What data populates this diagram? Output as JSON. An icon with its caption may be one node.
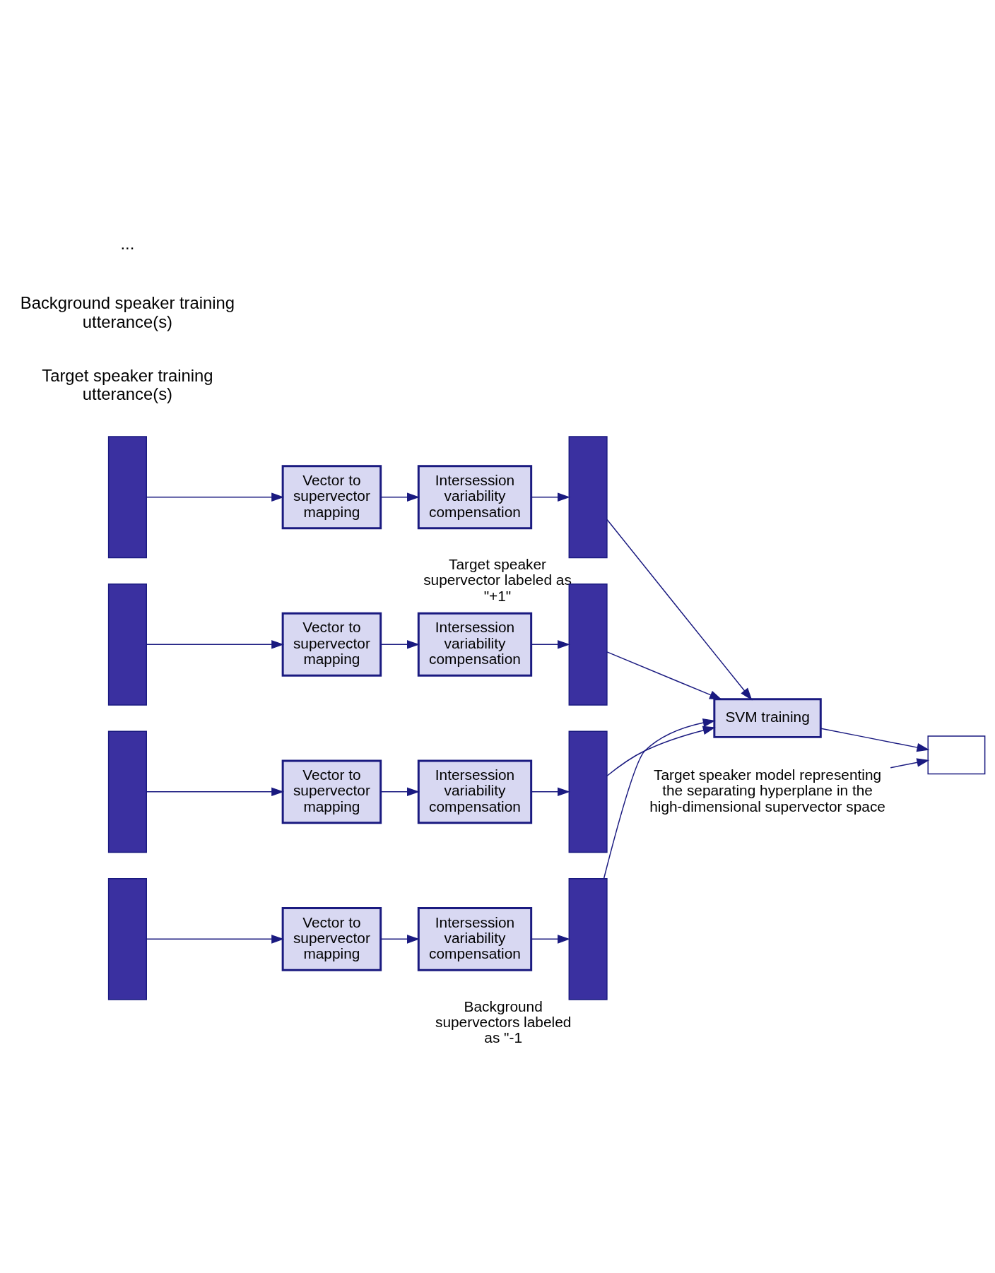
{
  "diagram": {
    "nodes": [
      {
        "text": [],
        "shape": "bar"
      },
      {
        "text": [
          "Vector to supervector mapping"
        ]
      },
      {
        "text": [
          "Intersession variability compensation"
        ]
      },
      {
        "text": [],
        "shape": "bar",
        "beside": [
          "Target speaker supervector labeled as \"+1\""
        ]
      },
      {
        "text": [
          "SVM training"
        ]
      },
      {
        "text": [
          "Target speaker model representing the separating hyperplane in the high-dimensional supervector space"
        ]
      },
      {
        "text": [],
        "shape": "box"
      },
      {
        "text": [],
        "shape": "bar"
      },
      {
        "text": [
          "Vector to supervector mapping"
        ]
      },
      {
        "text": [
          "Intersession variability compensation"
        ]
      },
      {
        "text": [],
        "shape": "bar"
      },
      {
        "text": [
          "Vector to supervector mapping"
        ]
      },
      {
        "text": [
          "Intersession variability compensation"
        ]
      },
      {
        "text": [],
        "shape": "bar"
      },
      {
        "text": [
          "Vector to supervector mapping"
        ]
      },
      {
        "text": [
          "Intersession variability compensation"
        ]
      },
      {
        "text": [],
        "shape": "bar"
      },
      {
        "text": [],
        "shape": "bar"
      },
      {
        "text": [],
        "shape": "bar",
        "beside": [
          "Background supervectors labeled as \"-1"
        ]
      }
    ],
    "edges": [
      {
        "from": 0,
        "to": 1,
        "arrow": "to"
      },
      {
        "from": 1,
        "to": 2,
        "arrow": "to"
      },
      {
        "from": 2,
        "to": 3,
        "arrow": "to"
      },
      {
        "from": 3,
        "to": 4,
        "arrow": "to"
      },
      {
        "from": 4,
        "to": 6,
        "arrow": "to"
      },
      {
        "from": 5,
        "to": 6,
        "arrow": "to"
      },
      {
        "from": 7,
        "to": 8,
        "arrow": "to"
      },
      {
        "from": 8,
        "to": 9,
        "arrow": "to"
      },
      {
        "from": 9,
        "to": 16,
        "arrow": "to"
      },
      {
        "from": 10,
        "to": 11,
        "arrow": "to"
      },
      {
        "from": 11,
        "to": 12,
        "arrow": "to"
      },
      {
        "from": 12,
        "to": 17,
        "arrow": "to"
      },
      {
        "from": 13,
        "to": 14,
        "arrow": "to"
      },
      {
        "from": 14,
        "to": 15,
        "arrow": "to"
      },
      {
        "from": 15,
        "to": 18,
        "arrow": "to"
      },
      {
        "from": 16,
        "to": 4,
        "arrow": "to"
      },
      {
        "from": 17,
        "to": 4,
        "arrow": "to"
      },
      {
        "from": 18,
        "to": 4,
        "arrow": "to"
      }
    ],
    "labels": [
      "Target speaker training utterance(s)",
      "Background speaker training utterance(s)",
      "..."
    ]
  }
}
